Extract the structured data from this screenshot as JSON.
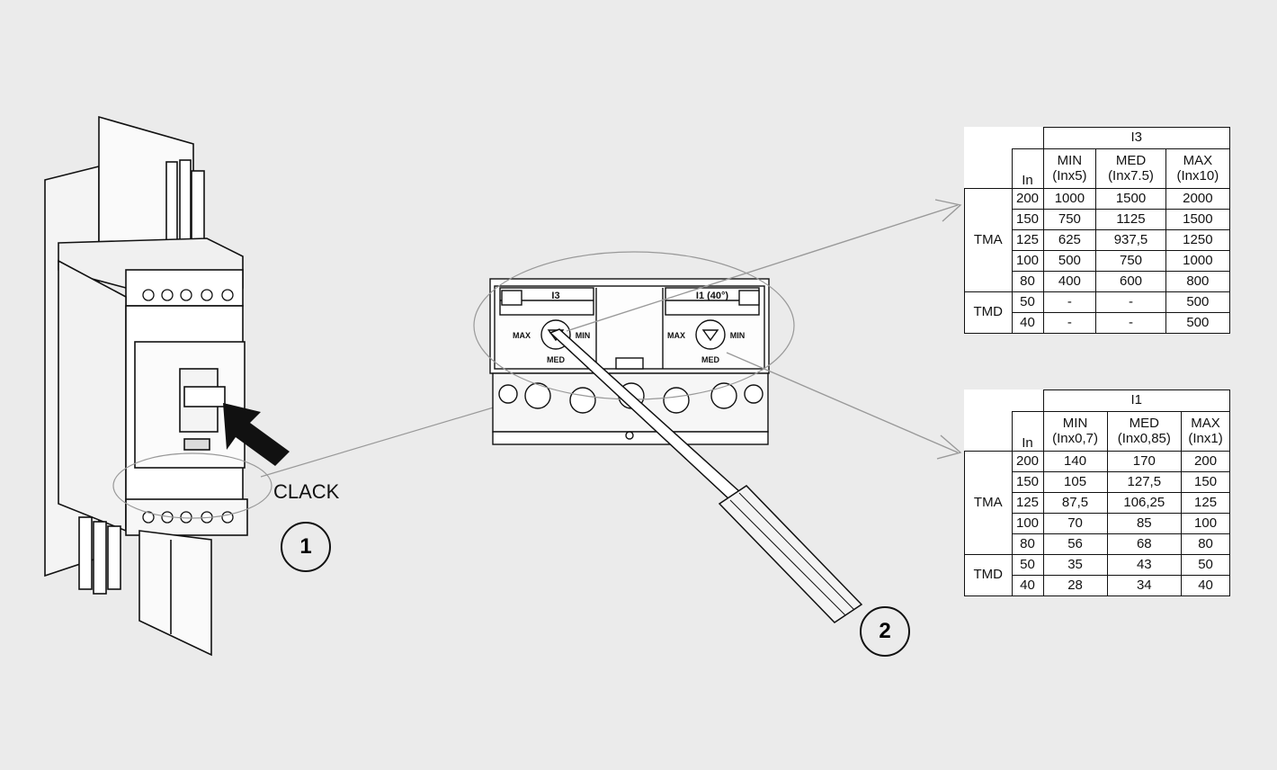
{
  "annotations": {
    "clack": "CLACK",
    "step1": "1",
    "step2": "2"
  },
  "breaker_panel": {
    "dial_i3": {
      "title": "I3",
      "max": "MAX",
      "med": "MED",
      "min": "MIN"
    },
    "dial_i1": {
      "title": "I1 (40°)",
      "max": "MAX",
      "med": "MED",
      "min": "MIN"
    }
  },
  "table_i3": {
    "group_header": "I3",
    "col_in": "In",
    "columns": [
      {
        "top": "MIN",
        "bottom": "(Inx5)"
      },
      {
        "top": "MED",
        "bottom": "(Inx7.5)"
      },
      {
        "top": "MAX",
        "bottom": "(Inx10)"
      }
    ],
    "groups": [
      {
        "name": "TMA",
        "rows": [
          [
            "200",
            "1000",
            "1500",
            "2000"
          ],
          [
            "150",
            "750",
            "1125",
            "1500"
          ],
          [
            "125",
            "625",
            "937,5",
            "1250"
          ],
          [
            "100",
            "500",
            "750",
            "1000"
          ],
          [
            "80",
            "400",
            "600",
            "800"
          ]
        ]
      },
      {
        "name": "TMD",
        "rows": [
          [
            "50",
            "-",
            "-",
            "500"
          ],
          [
            "40",
            "-",
            "-",
            "500"
          ]
        ]
      }
    ]
  },
  "table_i1": {
    "group_header": "I1",
    "col_in": "In",
    "columns": [
      {
        "top": "MIN",
        "bottom": "(Inx0,7)"
      },
      {
        "top": "MED",
        "bottom": "(Inx0,85)"
      },
      {
        "top": "MAX",
        "bottom": "(Inx1)"
      }
    ],
    "groups": [
      {
        "name": "TMA",
        "rows": [
          [
            "200",
            "140",
            "170",
            "200"
          ],
          [
            "150",
            "105",
            "127,5",
            "150"
          ],
          [
            "125",
            "87,5",
            "106,25",
            "125"
          ],
          [
            "100",
            "70",
            "85",
            "100"
          ],
          [
            "80",
            "56",
            "68",
            "80"
          ]
        ]
      },
      {
        "name": "TMD",
        "rows": [
          [
            "50",
            "35",
            "43",
            "50"
          ],
          [
            "40",
            "28",
            "34",
            "40"
          ]
        ]
      }
    ]
  }
}
